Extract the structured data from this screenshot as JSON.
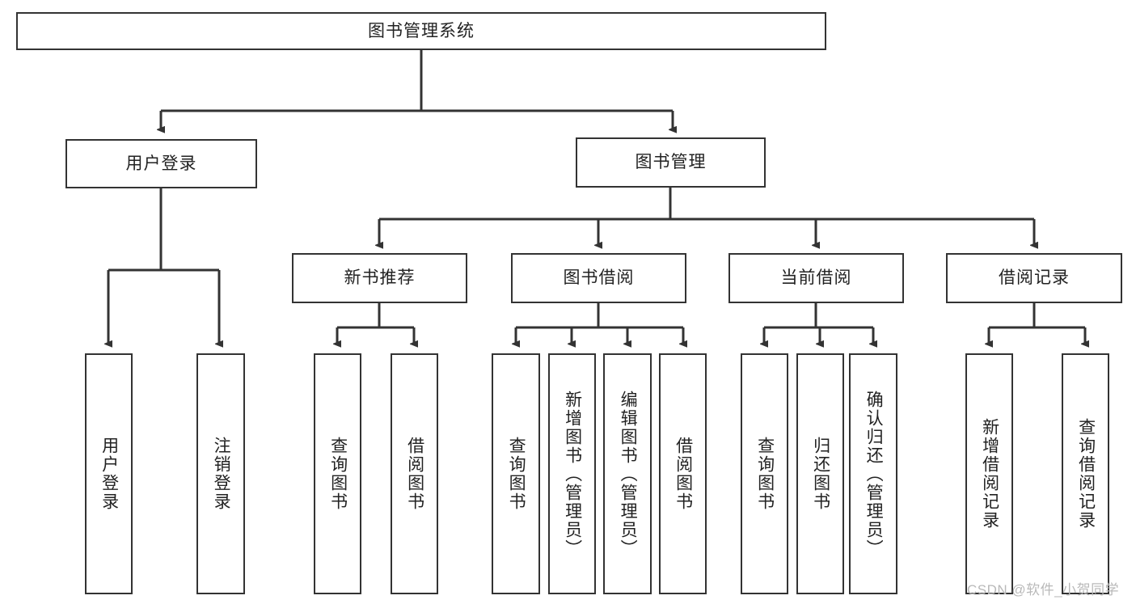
{
  "diagram": {
    "title": "图书管理系统",
    "root": {
      "label": "图书管理系统"
    },
    "level1": [
      {
        "label": "用户登录"
      },
      {
        "label": "图书管理"
      }
    ],
    "level2": [
      {
        "label": "新书推荐"
      },
      {
        "label": "图书借阅"
      },
      {
        "label": "当前借阅"
      },
      {
        "label": "借阅记录"
      }
    ],
    "leaves_user_login": [
      {
        "label": "用户登录"
      },
      {
        "label": "注销登录"
      }
    ],
    "leaves_new_books": [
      {
        "label": "查询图书"
      },
      {
        "label": "借阅图书"
      }
    ],
    "leaves_borrow": [
      {
        "label": "查询图书"
      },
      {
        "label": "新增图书（管理员）"
      },
      {
        "label": "编辑图书（管理员）"
      },
      {
        "label": "借阅图书"
      }
    ],
    "leaves_current": [
      {
        "label": "查询图书"
      },
      {
        "label": "归还图书"
      },
      {
        "label": "确认归还（管理员）"
      }
    ],
    "leaves_records": [
      {
        "label": "新增借阅记录"
      },
      {
        "label": "查询借阅记录"
      }
    ],
    "watermark": "CSDN @软件_小贺同学",
    "colors": {
      "box_border": "#333333",
      "box_fill": "#ffffff",
      "connector": "#333333",
      "text": "#222222",
      "watermark": "#b9b9b9"
    }
  }
}
